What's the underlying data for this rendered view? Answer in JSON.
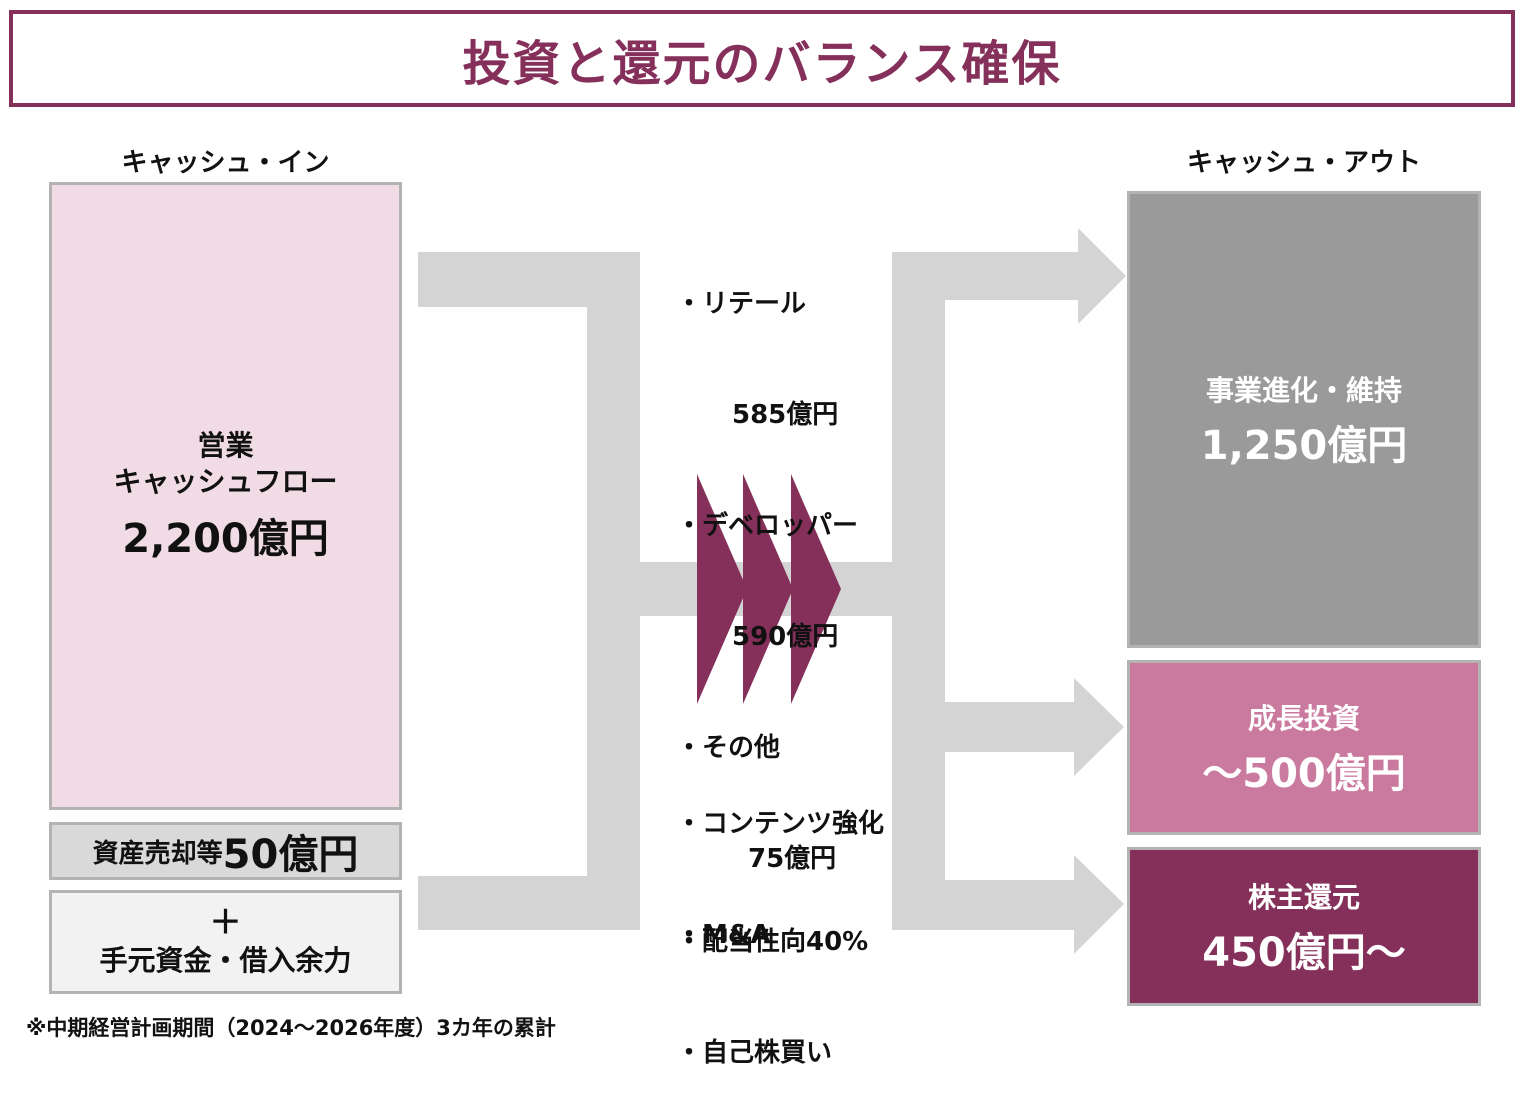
{
  "title": "投資と還元のバランス確保",
  "cash_in": {
    "header": "キャッシュ・イン",
    "operating": {
      "label_line1": "営業",
      "label_line2": "キャッシュフロー",
      "amount": "2,200億円"
    },
    "asset_sales": {
      "label": "資産売却等",
      "amount": "50億円"
    },
    "on_hand": {
      "plus": "＋",
      "label": "手元資金・借入余力"
    }
  },
  "cash_out": {
    "header": "キャッシュ・アウト",
    "business": {
      "label": "事業進化・維持",
      "amount": "1,250億円"
    },
    "growth": {
      "label": "成長投資",
      "amount": "～500億円"
    },
    "returns": {
      "label": "株主還元",
      "amount": "450億円～"
    }
  },
  "breakdown": {
    "business": [
      {
        "name": "・リテール",
        "amount": "585億円"
      },
      {
        "name": "・デベロッパー",
        "amount": "590億円"
      },
      {
        "name": "・その他",
        "amount": "75億円"
      }
    ],
    "growth": [
      "・コンテンツ強化",
      "・M&A"
    ],
    "returns": [
      "・配当性向40%",
      "・自己株買い"
    ]
  },
  "footnote": "※中期経営計画期間（2024～2026年度）3カ年の累計",
  "colors": {
    "accent": "#85305a",
    "connector": "#d4d4d4",
    "operating_fill": "#f1dce6",
    "business_fill": "#9a9a9a",
    "growth_fill": "#cb7a9f",
    "returns_fill": "#85305a"
  }
}
